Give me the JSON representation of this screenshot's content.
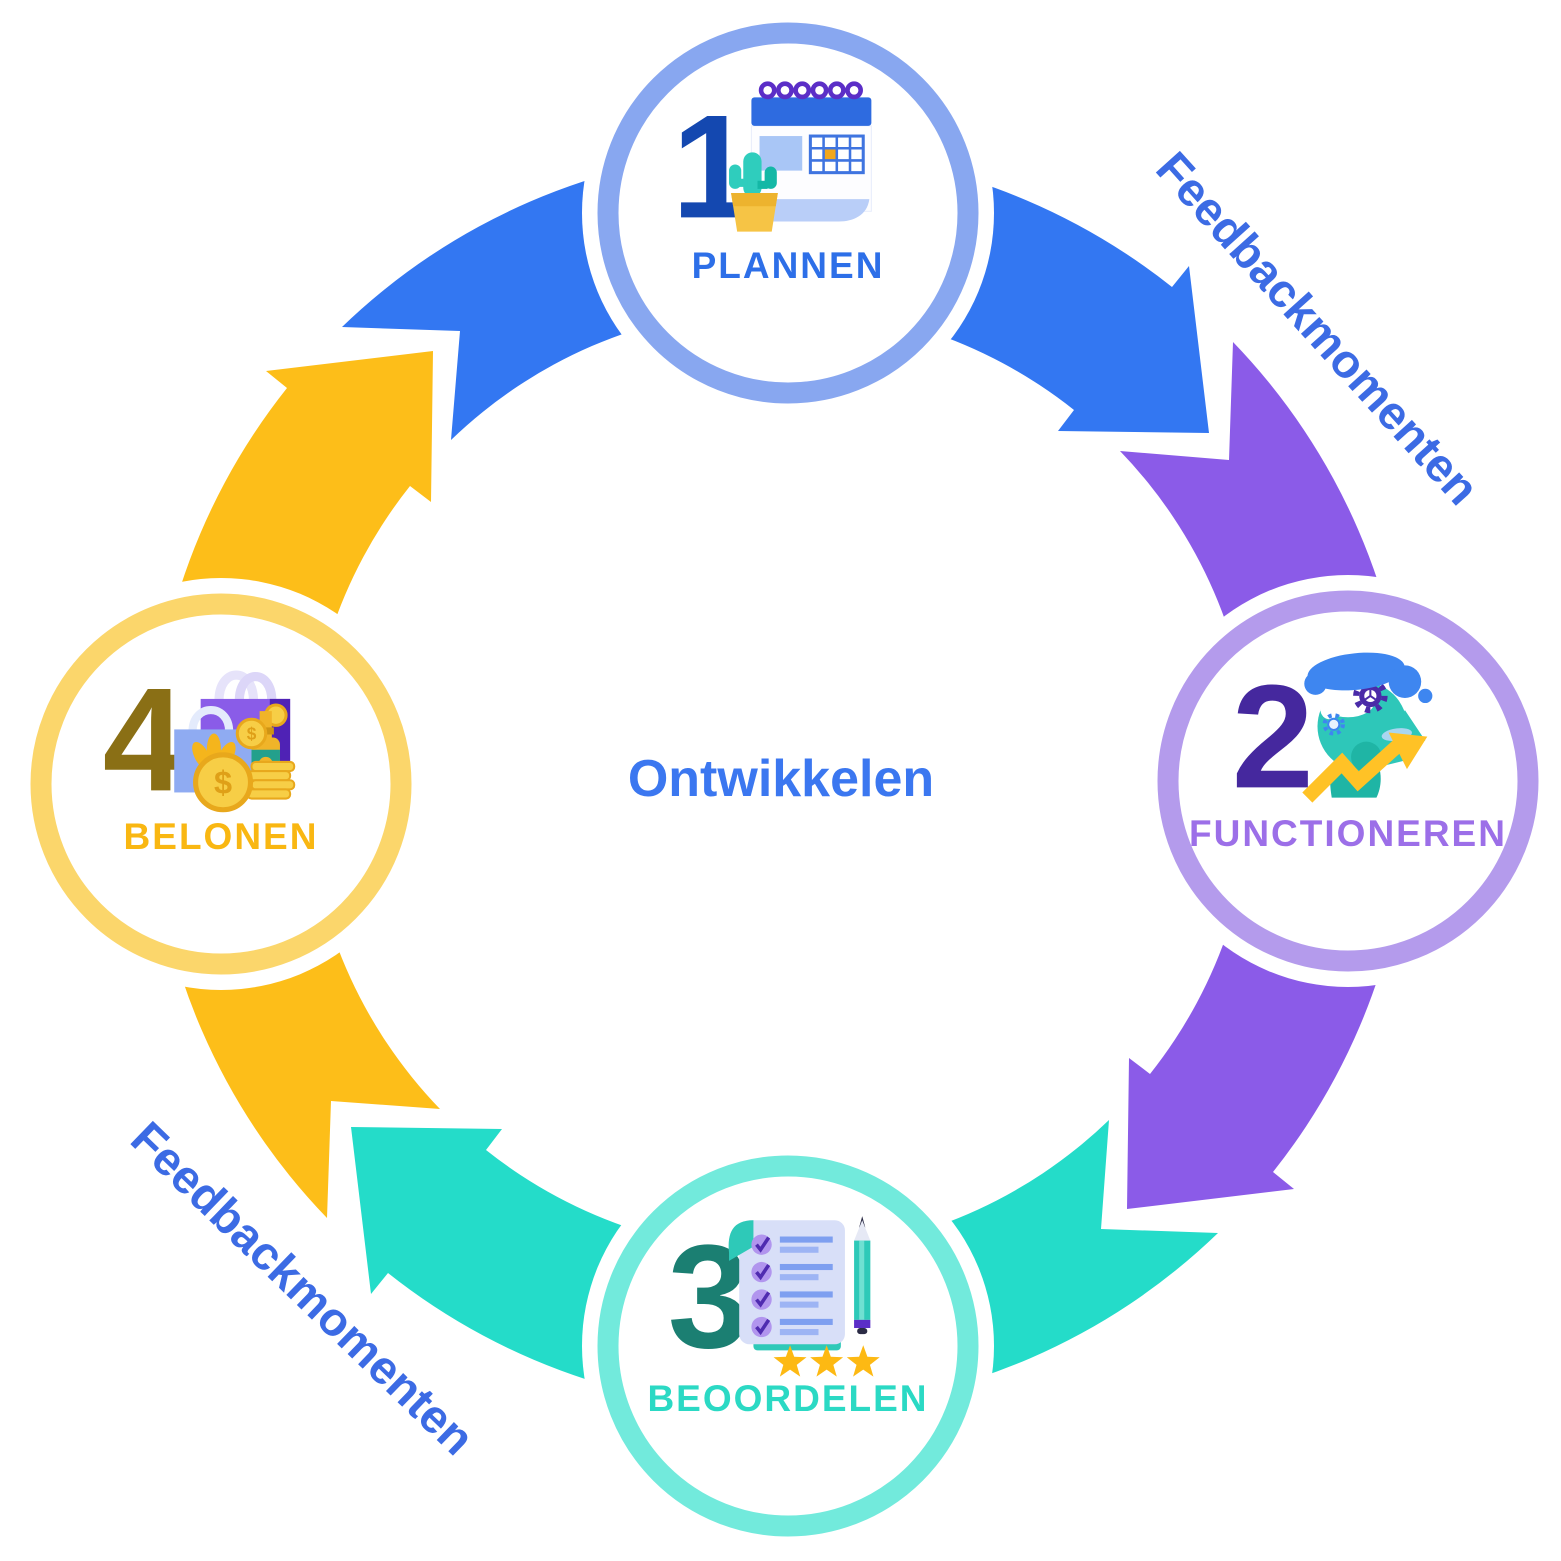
{
  "diagram": {
    "center_label": "Ontwikkelen",
    "center_label_color": "#3B77F0",
    "feedback_top_right": "Feedbackmomenten",
    "feedback_bottom_left": "Feedbackmomenten",
    "feedback_label_color": "#3C6BE4",
    "coin_symbol": "$",
    "steps": [
      {
        "number": "1",
        "label": "PLANNEN",
        "icon": "calendar-planning-icon",
        "ring_color": "#88A7F0",
        "arrow_color": "#3377F2",
        "label_color": "#2D6FE8",
        "number_color": "#1448B0"
      },
      {
        "number": "2",
        "label": "FUNCTIONEREN",
        "icon": "head-gears-growth-icon",
        "ring_color": "#B49BEC",
        "arrow_color": "#8B5BE8",
        "label_color": "#9C6FE8",
        "number_color": "#45289E"
      },
      {
        "number": "3",
        "label": "BEOORDELEN",
        "icon": "checklist-stars-icon",
        "ring_color": "#72EADC",
        "arrow_color": "#24DCC9",
        "label_color": "#2BD9C4",
        "number_color": "#1B7F72"
      },
      {
        "number": "4",
        "label": "BELONEN",
        "icon": "shopping-rewards-icon",
        "ring_color": "#FBD66B",
        "arrow_color": "#FDBE19",
        "label_color": "#F9B712",
        "number_color": "#8A6F15"
      }
    ]
  }
}
